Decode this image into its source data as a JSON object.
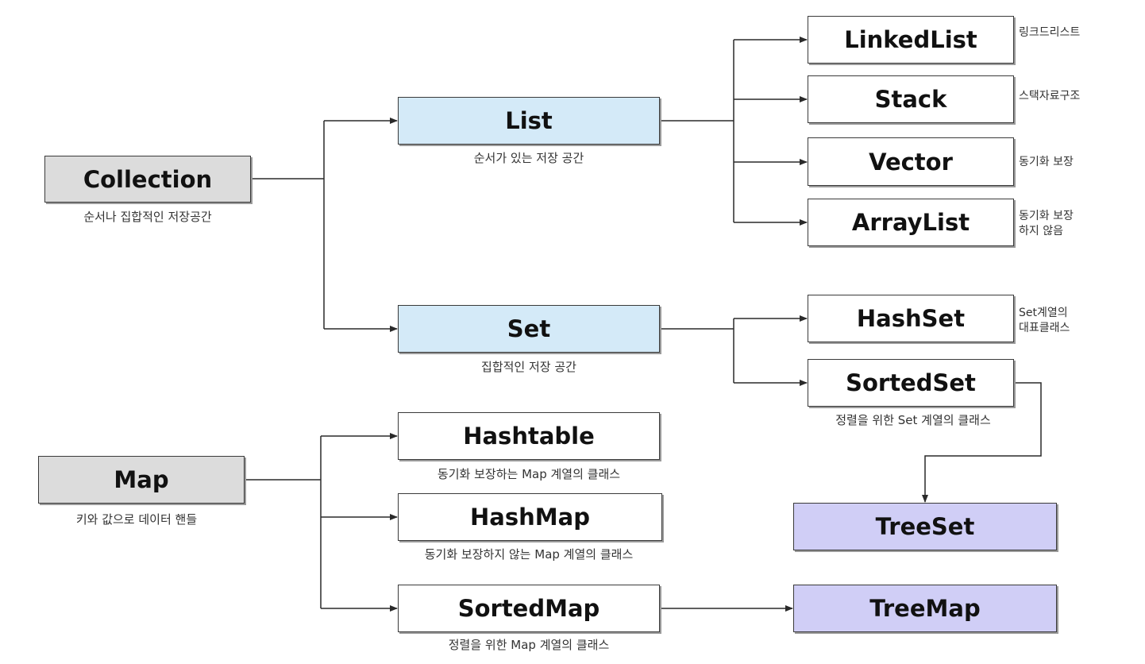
{
  "collection": {
    "label": "Collection",
    "caption": "순서나 집합적인 저장공간"
  },
  "list": {
    "label": "List",
    "caption": "순서가 있는 저장 공간"
  },
  "set": {
    "label": "Set",
    "caption": "집합적인 저장 공간"
  },
  "linkedlist": {
    "label": "LinkedList",
    "note": "링크드리스트"
  },
  "stack": {
    "label": "Stack",
    "note": "스택자료구조"
  },
  "vector": {
    "label": "Vector",
    "note": "동기화 보장"
  },
  "arraylist": {
    "label": "ArrayList",
    "note_line1": "동기화 보장",
    "note_line2": "하지 않음"
  },
  "hashset": {
    "label": "HashSet",
    "note_line1": "Set계열의",
    "note_line2": "대표클래스"
  },
  "sortedset": {
    "label": "SortedSet",
    "caption": "정렬을 위한 Set 계열의 클래스"
  },
  "treeset": {
    "label": "TreeSet"
  },
  "map": {
    "label": "Map",
    "caption": "키와 값으로 데이터 핸들"
  },
  "hashtable": {
    "label": "Hashtable",
    "caption": "동기화 보장하는 Map 계열의 클래스"
  },
  "hashmap": {
    "label": "HashMap",
    "caption": "동기화 보장하지 않는 Map 계열의 클래스"
  },
  "sortedmap": {
    "label": "SortedMap",
    "caption": "정렬을 위한 Map 계열의 클래스"
  },
  "treemap": {
    "label": "TreeMap"
  },
  "colors": {
    "root_fill": "#dcdcdc",
    "interface_fill": "#d4eaf8",
    "tree_fill": "#d0cef6",
    "class_fill": "#ffffff",
    "line": "#2a2a2a"
  }
}
